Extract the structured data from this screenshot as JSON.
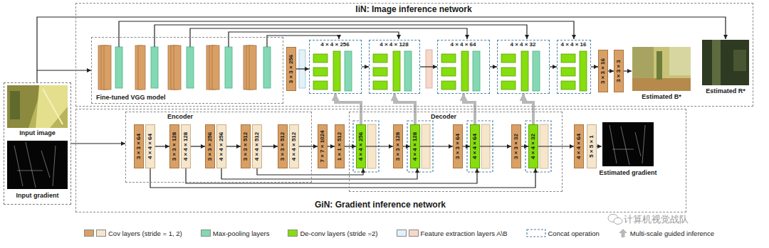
{
  "diagram": {
    "nodes": [
      {
        "text": [
          "Input image",
          "Input gradient"
        ]
      },
      {
        "text": [
          "IiN: Image inference network"
        ]
      },
      {
        "text": [
          "Fine-tuned VGG model"
        ],
        "in": 1
      },
      {
        "text": [
          "3 × 3 × 256"
        ],
        "in": 1
      },
      {
        "text": [
          "4 × 4 × 256"
        ],
        "in": 1
      },
      {
        "text": [
          "4 × 4 × 128"
        ],
        "in": 1
      },
      {
        "text": [
          "4 × 4 × 64"
        ],
        "in": 1
      },
      {
        "text": [
          "4 × 4 × 32"
        ],
        "in": 1
      },
      {
        "text": [
          "4 × 4 × 16"
        ],
        "in": 1
      },
      {
        "text": [
          "3 × 3 × 16"
        ],
        "in": 1
      },
      {
        "text": [
          "3 × 3 × 3"
        ],
        "in": 1
      },
      {
        "text": [
          "GiN: Gradient inference network"
        ]
      },
      {
        "text": [
          "Encoder"
        ],
        "in": 11
      },
      {
        "text": [
          "3 × 3 × 64"
        ],
        "in": 12
      },
      {
        "text": [
          "4 × 4 × 64"
        ],
        "in": 12
      },
      {
        "text": [
          "3 × 3 × 128"
        ],
        "in": 12
      },
      {
        "text": [
          "4 × 4 × 128"
        ],
        "in": 12
      },
      {
        "text": [
          "3 × 3 × 256"
        ],
        "in": 12
      },
      {
        "text": [
          "4 × 4 × 256"
        ],
        "in": 12
      },
      {
        "text": [
          "3 × 3 × 512"
        ],
        "in": 12
      },
      {
        "text": [
          "4 × 4 × 512"
        ],
        "in": 12
      },
      {
        "text": [
          "3 × 3 × 512"
        ],
        "in": 12
      },
      {
        "text": [
          "4 × 4 × 512"
        ],
        "in": 12
      },
      {
        "text": [
          "7 × 7 × 1024"
        ],
        "in": 11
      },
      {
        "text": [
          "1 × 1 × 512"
        ],
        "in": 11
      },
      {
        "text": [
          "Decoder"
        ],
        "in": 11
      },
      {
        "text": [
          "4 × 4 × 256"
        ],
        "in": 25
      },
      {
        "text": [
          "3 × 3 × 128"
        ],
        "in": 25
      },
      {
        "text": [
          "4 × 4 × 128"
        ],
        "in": 25
      },
      {
        "text": [
          "3 × 3 × 64"
        ],
        "in": 25
      },
      {
        "text": [
          "4 × 4 × 64"
        ],
        "in": 25
      },
      {
        "text": [
          "3 × 3 × 32"
        ],
        "in": 25
      },
      {
        "text": [
          "4 × 4 × 32"
        ],
        "in": 25
      },
      {
        "text": [
          "4 × 4 × 64"
        ],
        "in": 11
      },
      {
        "text": [
          "5 × 5 × 1"
        ],
        "in": 11
      }
    ],
    "edges": [
      {
        "from": 0,
        "to": 2,
        "arrow": "to"
      },
      {
        "from": 0,
        "to": 12,
        "arrow": "to"
      },
      {
        "from": 3,
        "to": 4,
        "arrow": "to"
      },
      {
        "from": 4,
        "to": 5,
        "arrow": "to"
      },
      {
        "from": 5,
        "to": 6,
        "arrow": "to"
      },
      {
        "from": 6,
        "to": 7,
        "arrow": "to"
      },
      {
        "from": 7,
        "to": 8,
        "arrow": "to"
      },
      {
        "from": 8,
        "to": 9,
        "arrow": "to"
      },
      {
        "from": 9,
        "to": 10,
        "arrow": "to"
      },
      {
        "from": 14,
        "to": 15,
        "arrow": "to"
      },
      {
        "from": 16,
        "to": 17,
        "arrow": "to"
      },
      {
        "from": 18,
        "to": 19,
        "arrow": "to"
      },
      {
        "from": 20,
        "to": 21,
        "arrow": "to"
      },
      {
        "from": 22,
        "to": 23,
        "arrow": "to"
      },
      {
        "from": 23,
        "to": 24,
        "arrow": "to"
      },
      {
        "from": 24,
        "to": 26,
        "arrow": "to"
      },
      {
        "from": 26,
        "to": 27,
        "arrow": "to"
      },
      {
        "from": 27,
        "to": 28,
        "arrow": "to"
      },
      {
        "from": 28,
        "to": 29,
        "arrow": "to"
      },
      {
        "from": 29,
        "to": 30,
        "arrow": "to"
      },
      {
        "from": 30,
        "to": 31,
        "arrow": "to"
      },
      {
        "from": 31,
        "to": 32,
        "arrow": "to"
      },
      {
        "from": 32,
        "to": 33,
        "arrow": "to"
      },
      {
        "from": 14,
        "to": 32,
        "arrow": "to"
      },
      {
        "from": 16,
        "to": 30,
        "arrow": "to"
      },
      {
        "from": 18,
        "to": 28,
        "arrow": "to"
      },
      {
        "from": 20,
        "to": 26,
        "arrow": "to"
      },
      {
        "from": 26,
        "to": 4,
        "arrow": "to"
      },
      {
        "from": 28,
        "to": 5,
        "arrow": "to"
      },
      {
        "from": 30,
        "to": 6,
        "arrow": "to"
      },
      {
        "from": 32,
        "to": 7,
        "arrow": "to"
      }
    ],
    "labels": [
      "Estimated B*",
      "Estimated R*",
      "Estimated gradient",
      "计算机视觉战队"
    ],
    "legend": [
      {
        "text": "Cov layers (stride = 1, 2)",
        "color": "#d9a066"
      },
      {
        "text": "Max-pooling layers",
        "color": "#84d9b4"
      },
      {
        "text": "De-conv layers (stride =2)",
        "color": "#86dd10"
      },
      {
        "text": "Feature extraction layers A\\B",
        "color": "#e3f1f9"
      },
      {
        "text": "Concat operation"
      },
      {
        "text": "Multi-scale guided inference"
      }
    ]
  }
}
